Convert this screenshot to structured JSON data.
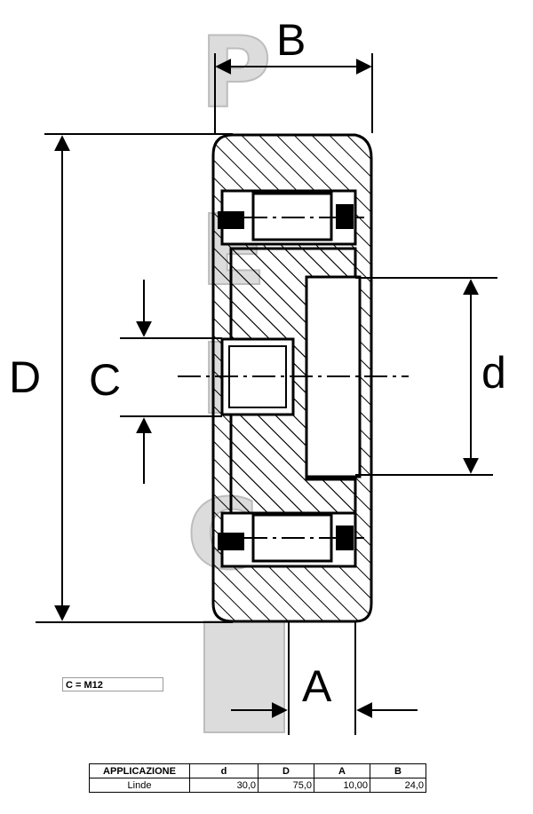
{
  "drawing": {
    "labels": {
      "B": "B",
      "D": "D",
      "C": "C",
      "d": "d",
      "A": "A"
    },
    "watermark": "PEDC"
  },
  "note": {
    "text": "C = M12"
  },
  "table": {
    "headers": [
      "APPLICAZIONE",
      "d",
      "D",
      "A",
      "B"
    ],
    "rows": [
      [
        "Linde",
        "30,0",
        "75,0",
        "10,00",
        "24,0"
      ]
    ]
  }
}
